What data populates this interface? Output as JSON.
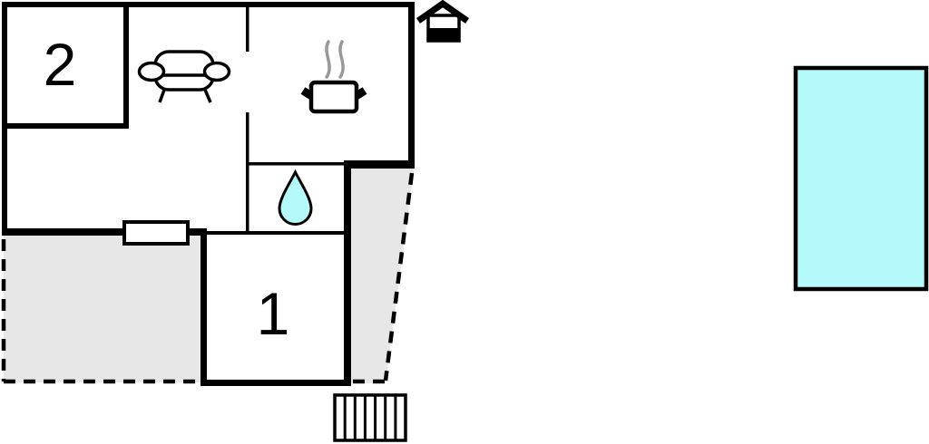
{
  "floor_plan": {
    "rooms": [
      {
        "id": "bedroom-2",
        "label": "2"
      },
      {
        "id": "bedroom-1",
        "label": "1"
      }
    ],
    "icons": [
      {
        "name": "sofa-icon",
        "meaning": "living room seating"
      },
      {
        "name": "cooking-pot-icon",
        "meaning": "kitchen"
      },
      {
        "name": "water-drop-icon",
        "meaning": "bathroom"
      },
      {
        "name": "house-entrance-icon",
        "meaning": "entrance"
      },
      {
        "name": "stairs-icon",
        "meaning": "stairs"
      },
      {
        "name": "window-icon",
        "meaning": "window / terrace door"
      }
    ],
    "colors": {
      "wall": "#000000",
      "terrace": "#e7e7e7",
      "water": "#b5fafb",
      "steam": "#999999",
      "window_fill": "#ffffff"
    }
  },
  "pool": {
    "name": "swimming-pool",
    "fill": "#b5fafb",
    "border": "#000000"
  }
}
